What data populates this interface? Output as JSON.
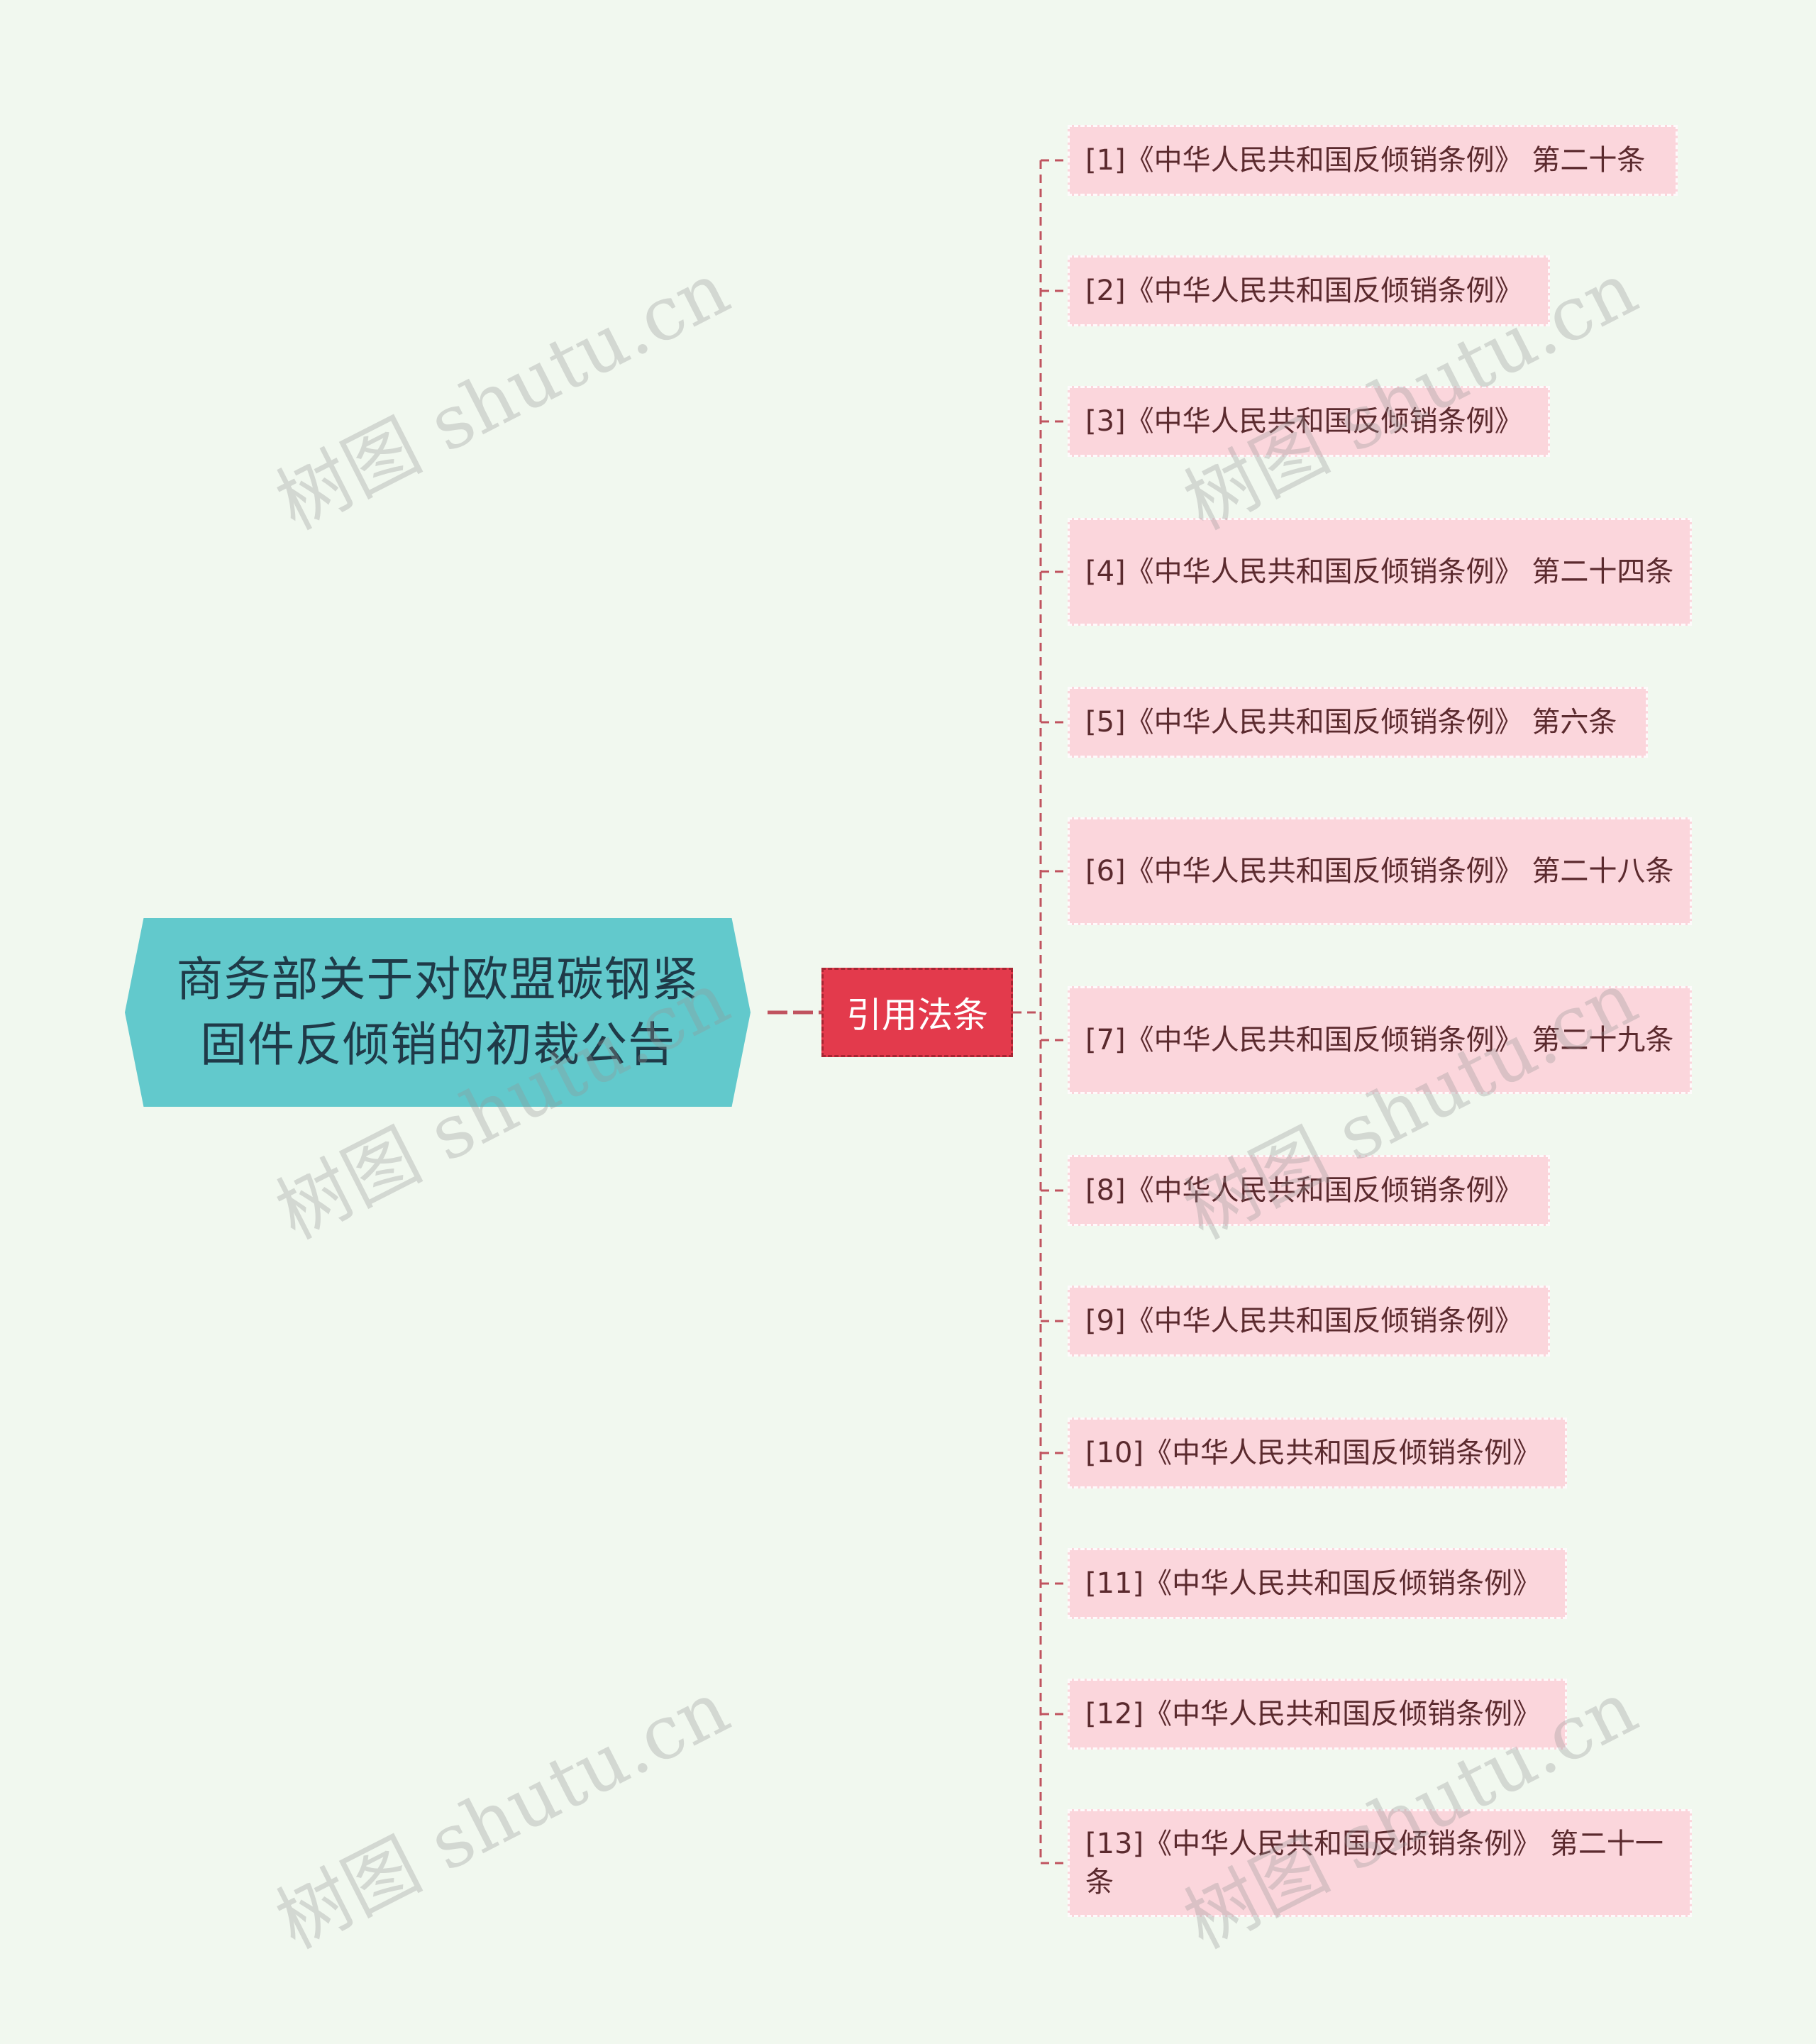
{
  "mindmap": {
    "root": {
      "label": "商务部关于对欧盟碳钢紧固件反倾销的初裁公告"
    },
    "branch": {
      "label": "引用法条"
    },
    "leaves": [
      "[1]《中华人民共和国反倾销条例》 第二十条",
      "[2]《中华人民共和国反倾销条例》",
      "[3]《中华人民共和国反倾销条例》",
      "[4]《中华人民共和国反倾销条例》 第二十四条",
      "[5]《中华人民共和国反倾销条例》 第六条",
      "[6]《中华人民共和国反倾销条例》 第二十八条",
      "[7]《中华人民共和国反倾销条例》 第二十九条",
      "[8]《中华人民共和国反倾销条例》",
      "[9]《中华人民共和国反倾销条例》",
      "[10]《中华人民共和国反倾销条例》",
      "[11]《中华人民共和国反倾销条例》",
      "[12]《中华人民共和国反倾销条例》",
      "[13]《中华人民共和国反倾销条例》 第二十一条"
    ]
  },
  "watermark": {
    "text": "树图 shutu.cn"
  },
  "colors": {
    "background": "#f1f8ef",
    "root_fill": "#62c9cc",
    "branch_fill": "#e33a4c",
    "leaf_fill": "#fbd6dc",
    "connector": "#c0535f"
  }
}
